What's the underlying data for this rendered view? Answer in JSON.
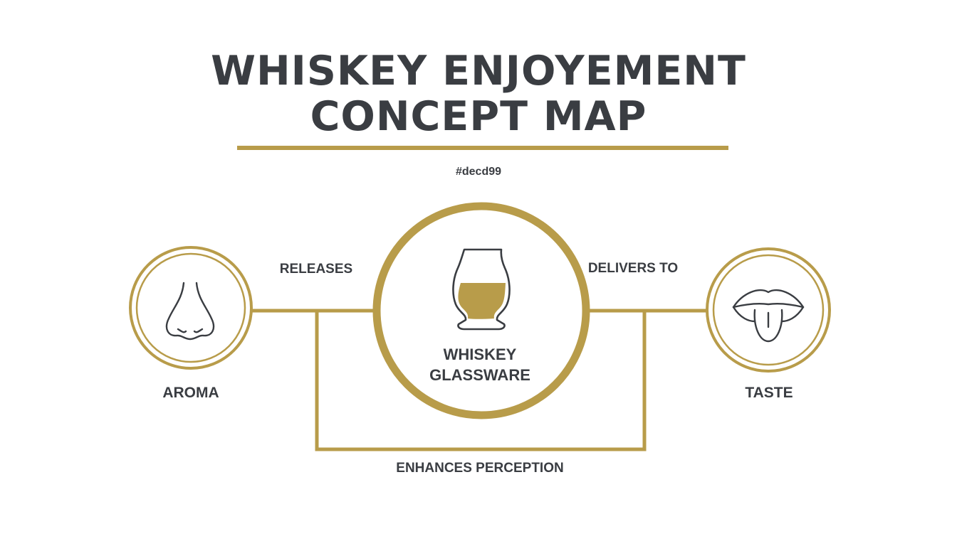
{
  "title": {
    "line1": "WHISKEY ENJOYEMENT",
    "line2": "CONCEPT MAP"
  },
  "color_code_label": "#decd99",
  "colors": {
    "accent_gold": "#b89c4a",
    "text_dark": "#3a3d42",
    "icon_stroke": "#3a3d42"
  },
  "nodes": {
    "aroma": {
      "label": "AROMA",
      "icon": "nose-icon"
    },
    "glassware": {
      "label": "WHISKEY GLASSWARE",
      "icon": "whiskey-glass-icon"
    },
    "taste": {
      "label": "TASTE",
      "icon": "mouth-tongue-icon"
    }
  },
  "edges": {
    "releases": "RELEASES",
    "delivers_to": "DELIVERS TO",
    "enhances_perception": "ENHANCES PERCEPTION"
  }
}
